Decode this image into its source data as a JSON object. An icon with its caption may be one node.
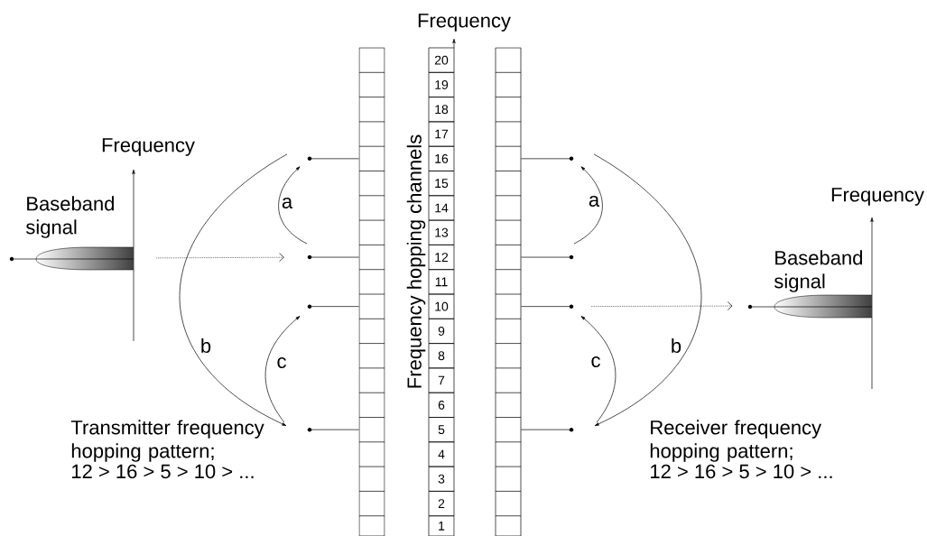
{
  "diagram": {
    "nodes": [
      {
        "text": [
          "Baseband signal"
        ]
      },
      {
        "text": [],
        "shape": "circle"
      },
      {
        "text": [],
        "shape": "circle"
      },
      {
        "text": [],
        "shape": "circle"
      },
      {
        "text": [],
        "shape": "circle"
      },
      {
        "text": [],
        "shape": "bar"
      },
      {
        "text": [
          "20"
        ]
      },
      {
        "text": [
          "19"
        ]
      },
      {
        "text": [
          "18"
        ]
      },
      {
        "text": [
          "17"
        ]
      },
      {
        "text": [
          "16"
        ]
      },
      {
        "text": [
          "15"
        ]
      },
      {
        "text": [
          "14"
        ]
      },
      {
        "text": [
          "13"
        ]
      },
      {
        "text": [
          "12"
        ]
      },
      {
        "text": [
          "11"
        ]
      },
      {
        "text": [
          "10"
        ]
      },
      {
        "text": [
          "9"
        ]
      },
      {
        "text": [
          "8"
        ]
      },
      {
        "text": [
          "7"
        ]
      },
      {
        "text": [
          "6"
        ]
      },
      {
        "text": [
          "5"
        ]
      },
      {
        "text": [
          "4"
        ]
      },
      {
        "text": [
          "3"
        ]
      },
      {
        "text": [
          "2"
        ]
      },
      {
        "text": [
          "1"
        ]
      },
      {
        "text": [],
        "shape": "bar"
      },
      {
        "text": [],
        "shape": "circle"
      },
      {
        "text": [],
        "shape": "circle"
      },
      {
        "text": [],
        "shape": "circle"
      },
      {
        "text": [],
        "shape": "circle"
      },
      {
        "text": [
          "Baseband signal"
        ]
      }
    ],
    "edges": [
      {
        "from": 0,
        "to": 2,
        "arrow": "to",
        "style": "dashed"
      },
      {
        "from": 1,
        "to": 5,
        "arrow": "none"
      },
      {
        "from": 2,
        "to": 5,
        "arrow": "none"
      },
      {
        "from": 3,
        "to": 5,
        "arrow": "none"
      },
      {
        "from": 4,
        "to": 5,
        "arrow": "none"
      },
      {
        "from": 2,
        "to": 1,
        "arrow": "to",
        "label": "a"
      },
      {
        "from": 1,
        "to": 4,
        "arrow": "to",
        "label": "b"
      },
      {
        "from": 4,
        "to": 3,
        "arrow": "to",
        "label": "c"
      },
      {
        "from": 26,
        "to": 27,
        "arrow": "none"
      },
      {
        "from": 26,
        "to": 28,
        "arrow": "none"
      },
      {
        "from": 26,
        "to": 29,
        "arrow": "none"
      },
      {
        "from": 26,
        "to": 30,
        "arrow": "none"
      },
      {
        "from": 28,
        "to": 27,
        "arrow": "to",
        "label": "a"
      },
      {
        "from": 27,
        "to": 30,
        "arrow": "to",
        "label": "b"
      },
      {
        "from": 30,
        "to": 29,
        "arrow": "to",
        "label": "c"
      },
      {
        "from": 29,
        "to": 31,
        "arrow": "to",
        "style": "dashed"
      }
    ],
    "labels": [
      "Frequency",
      "Frequency",
      "Frequency hopping channels",
      "Frequency",
      "Transmitter frequency hopping pattern;",
      "12 > 16 > 5 > 10 > ...",
      "Receiver frequency hopping pattern;",
      "12 > 16 > 5 > 10 > ..."
    ]
  }
}
